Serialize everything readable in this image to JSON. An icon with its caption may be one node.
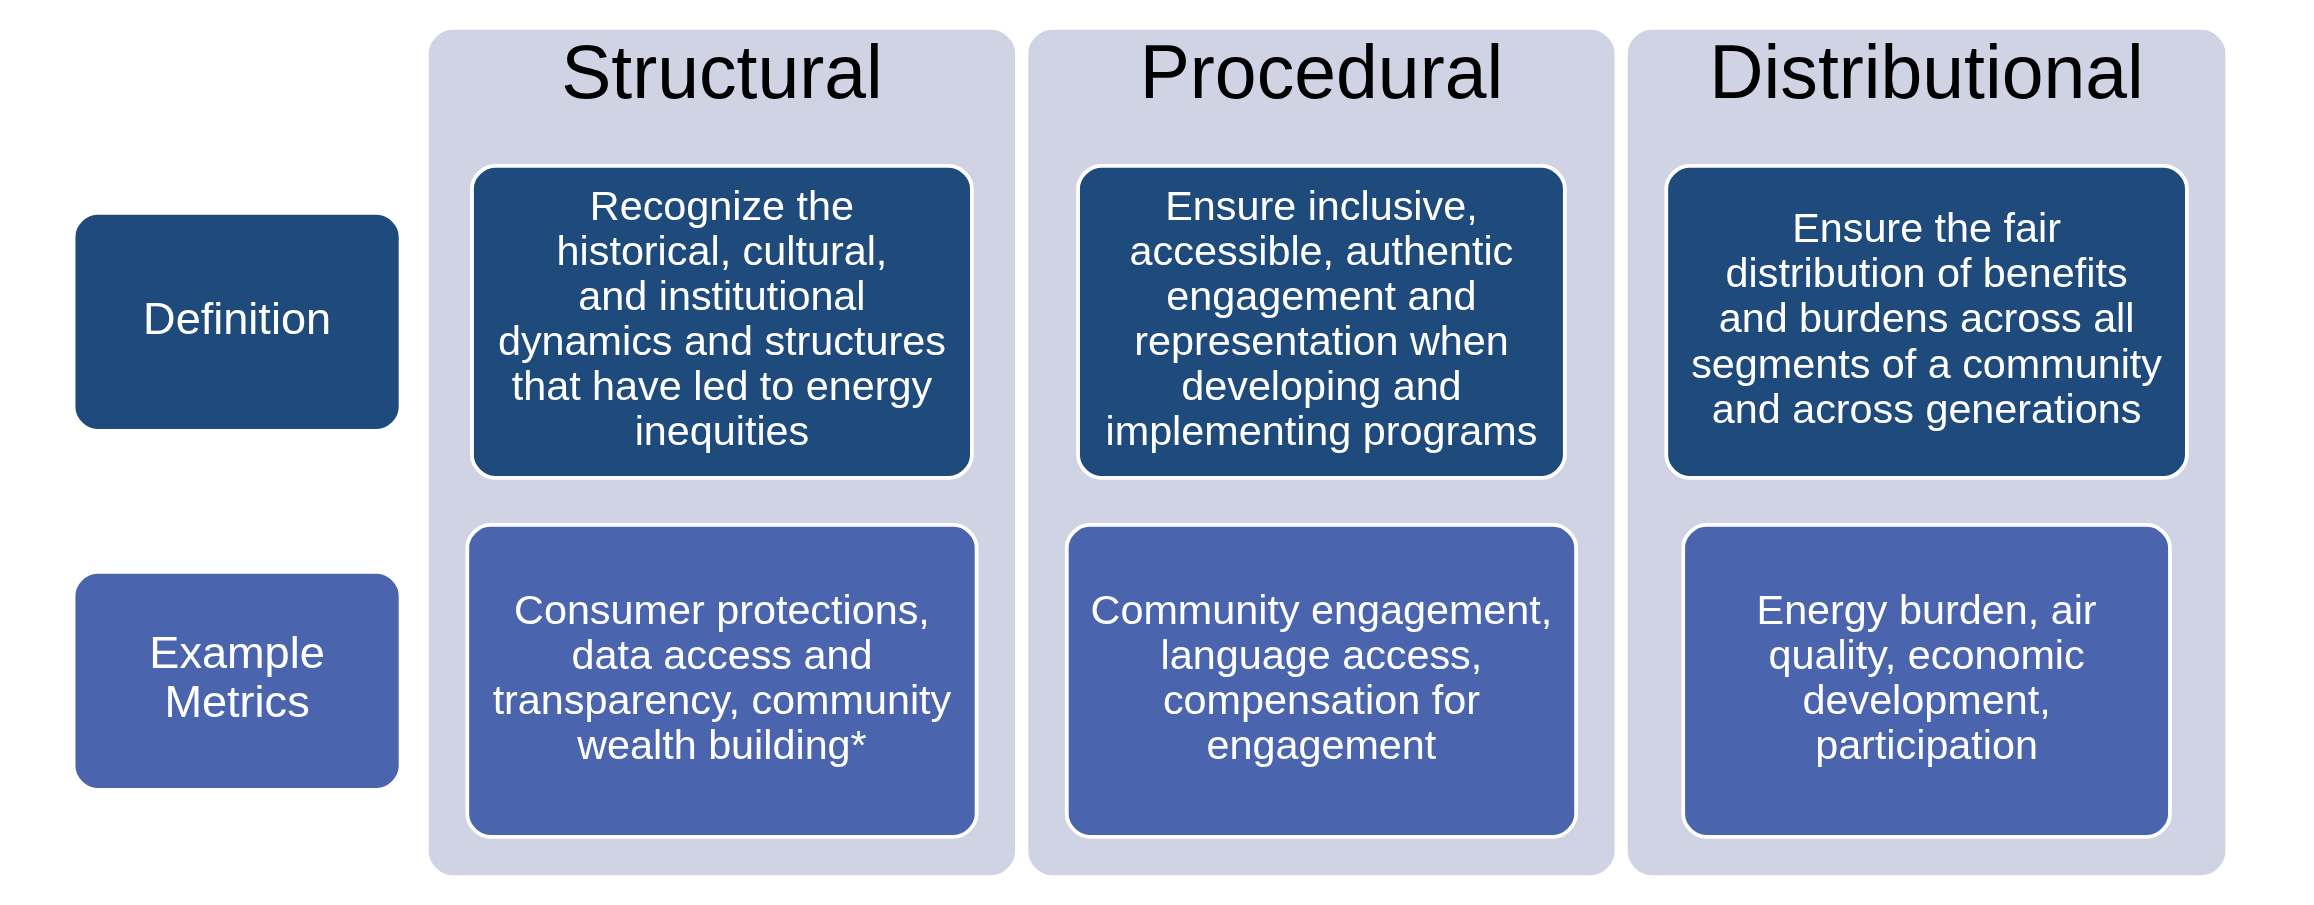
{
  "diagram": {
    "nodes": [
      {
        "text": [
          "Definition"
        ]
      },
      {
        "text": [
          "Example Metrics"
        ]
      },
      {
        "text": [
          "Structural"
        ]
      },
      {
        "text": [
          "Recognize the historical, cultural, and institutional dynamics and structures that have led to energy inequities"
        ],
        "in": 2
      },
      {
        "text": [
          "Consumer protections, data access and transparency, community wealth building*"
        ],
        "in": 2
      },
      {
        "text": [
          "Procedural"
        ]
      },
      {
        "text": [
          "Ensure inclusive, accessible, authentic engagement and representation when developing and implementing programs"
        ],
        "in": 5
      },
      {
        "text": [
          "Community engagement, language access, compensation for engagement"
        ],
        "in": 5
      },
      {
        "text": [
          "Distributional"
        ]
      },
      {
        "text": [
          "Ensure the fair distribution of benefits and burdens across all segments of a community and across generations"
        ],
        "in": 8
      },
      {
        "text": [
          "Energy burden, air quality, economic development, participation"
        ],
        "in": 8
      }
    ],
    "edges": []
  }
}
